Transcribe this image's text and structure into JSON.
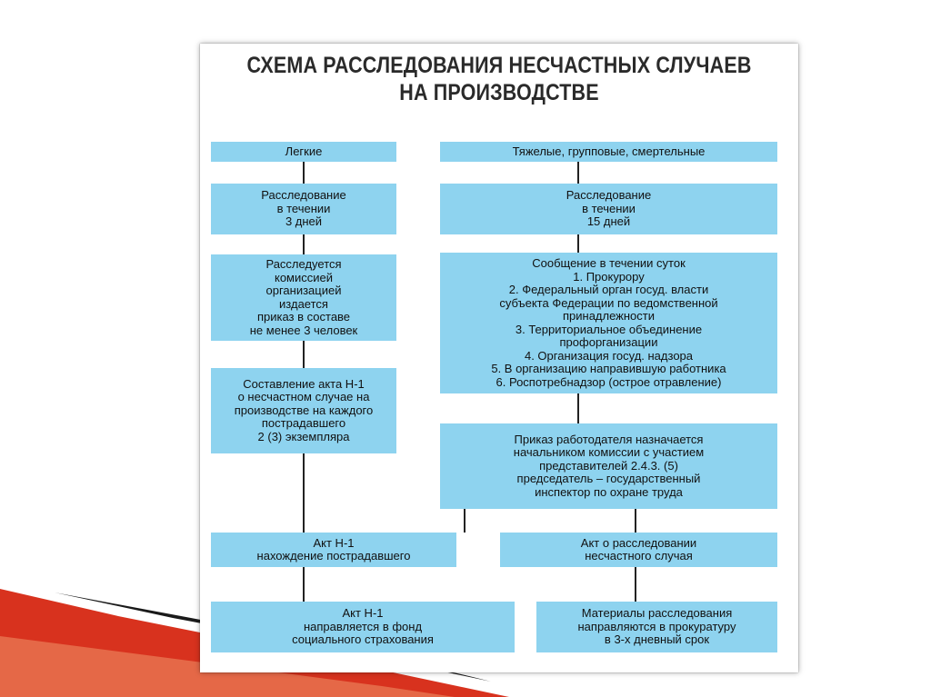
{
  "title": {
    "line1": "СХЕМА РАССЛЕДОВАНИЯ НЕСЧАСТНЫХ СЛУЧАЕВ",
    "line2": "НА ПРОИЗВОДСТВЕ"
  },
  "left_column": {
    "category": "Легкие",
    "investigation": [
      "Расследование",
      "в течении",
      "3 дней"
    ],
    "commission": [
      "Расследуется",
      "комиссией",
      "организацией",
      "издается",
      "приказ в составе",
      "не менее 3 человек"
    ],
    "act_drafting": [
      "Составление акта Н-1",
      "о несчастном случае на",
      "производстве на каждого",
      "пострадавшего",
      "2 (3) экземпляра"
    ]
  },
  "right_column": {
    "category": "Тяжелые, групповые, смертельные",
    "investigation": [
      "Расследование",
      "в течении",
      "15 дней"
    ],
    "notification": [
      "Сообщение в течении суток",
      "1. Прокурору",
      "2. Федеральный орган госуд. власти",
      "субъекта Федерации по ведомственной",
      "принадлежности",
      "3. Территориальное объединение",
      "профорганизации",
      "4. Организация госуд. надзора",
      "5. В организацию направившую работника",
      "6. Роспотребнадзор (острое отравление)"
    ],
    "order": [
      "Приказ работодателя назначается",
      "начальником комиссии с участием",
      "представителей 2.4.3. (5)",
      "председатель – государственный",
      "инспектор по охране труда"
    ]
  },
  "bottom": {
    "act_victim": [
      "Акт Н-1",
      "нахождение пострадавшего"
    ],
    "act_investigation": [
      "Акт о расследовании",
      "несчастного случая"
    ],
    "act_fund": [
      "Акт Н-1",
      "направляется в фонд",
      "социального страхования"
    ],
    "materials": [
      "Материалы расследования",
      "направляются в прокуратуру",
      "в 3-х дневный срок"
    ]
  },
  "colors": {
    "box_fill": "#8ed3ef",
    "connector": "#222222",
    "decor_red": "#d8321e",
    "decor_dark": "#1a1a1a"
  }
}
